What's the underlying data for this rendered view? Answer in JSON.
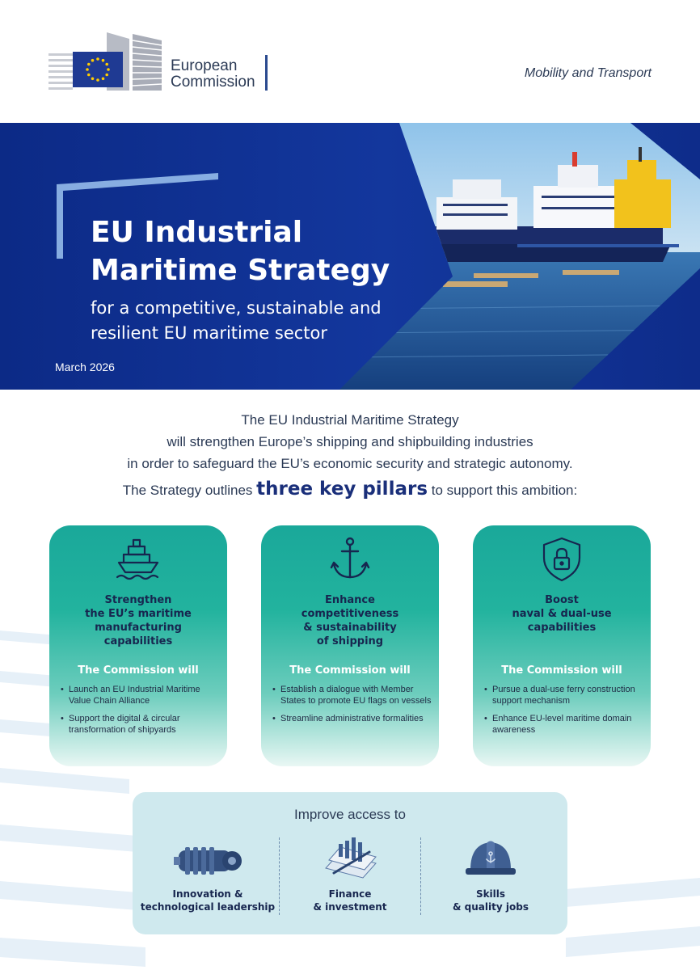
{
  "header": {
    "org_line1": "European",
    "org_line2": "Commission",
    "department": "Mobility and Transport"
  },
  "hero": {
    "title_line1": "EU Industrial",
    "title_line2": "Maritime Strategy",
    "subtitle_line1": "for a competitive, sustainable and",
    "subtitle_line2": "resilient EU maritime sector",
    "date": "March 2026"
  },
  "intro": {
    "line1": "The EU Industrial Maritime Strategy",
    "line2": "will strengthen Europe’s shipping and shipbuilding industries",
    "line3": "in order to safeguard the EU’s economic security and strategic autonomy.",
    "lead_before": "The Strategy outlines ",
    "lead_strong": "three key pillars",
    "lead_after": " to support this ambition:"
  },
  "pillars": [
    {
      "icon": "ship-icon",
      "title": "Strengthen\nthe EU’s maritime\nmanufacturing\ncapabilities",
      "commission_label": "The Commission will",
      "actions": [
        "Launch an EU Industrial Maritime Value Chain Alliance",
        "Support the digital & circular transformation of shipyards"
      ]
    },
    {
      "icon": "anchor-icon",
      "title": "Enhance\ncompetitiveness\n& sustainability\nof shipping",
      "commission_label": "The Commission will",
      "actions": [
        "Establish a dialogue with Member States to promote EU flags on vessels",
        "Streamline administrative formalities"
      ]
    },
    {
      "icon": "shield-lock-icon",
      "title": "Boost\nnaval & dual-use\ncapabilities",
      "commission_label": "The Commission will",
      "actions": [
        "Pursue a dual-use ferry construction support mechanism",
        "Enhance EU-level maritime domain awareness"
      ]
    }
  ],
  "access": {
    "title": "Improve access to",
    "items": [
      {
        "icon": "engine-icon",
        "label_line1": "Innovation &",
        "label_line2": "technological leadership"
      },
      {
        "icon": "finance-chart-icon",
        "label_line1": "Finance",
        "label_line2": "& investment"
      },
      {
        "icon": "hard-hat-icon",
        "label_line1": "Skills",
        "label_line2": "& quality jobs"
      }
    ]
  },
  "colors": {
    "hero_blue": "#13379d",
    "teal": "#1aa89a",
    "navy_text": "#17264f",
    "eu_yellow": "#ffcc00"
  }
}
